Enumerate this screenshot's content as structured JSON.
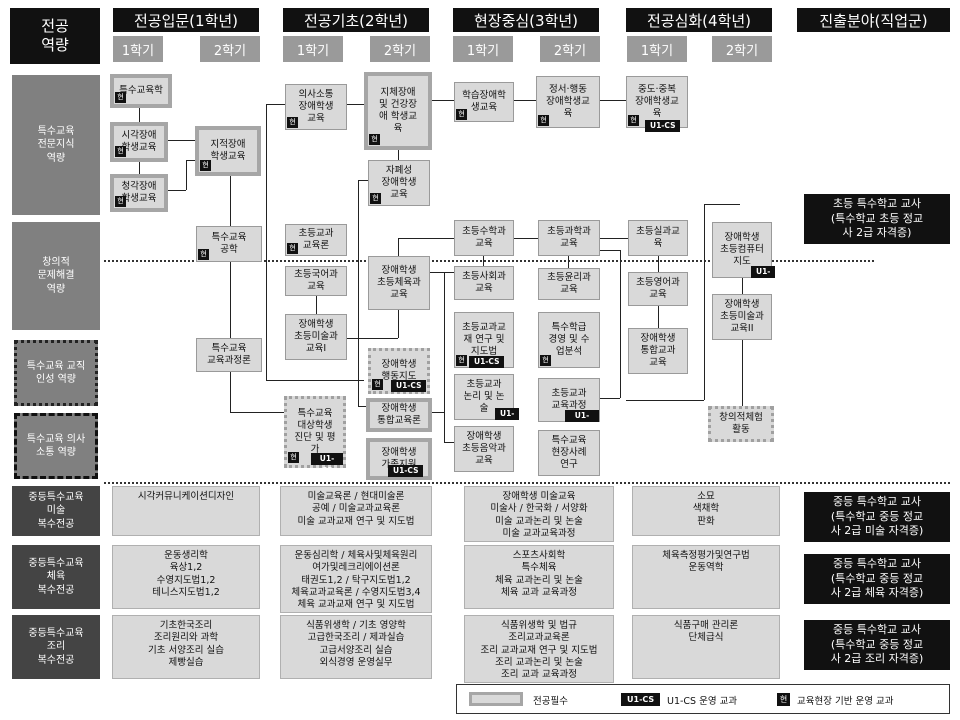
{
  "headers": {
    "corner": "전공\n역량",
    "years": [
      "전공입문(1학년)",
      "전공기초(2학년)",
      "현장중심(3학년)",
      "전공심화(4학년)"
    ],
    "career": "진출분야(직업군)",
    "semesters": [
      "1학기",
      "2학기",
      "1학기",
      "2학기",
      "1학기",
      "2학기",
      "1학기",
      "2학기"
    ]
  },
  "competencies": [
    "특수교육\n전문지식\n역량",
    "창의적\n문제해결\n역량",
    "특수교육 교직\n인성 역량",
    "특수교육 의사\n소통 역량",
    "중등특수교육\n미술\n복수전공",
    "중등특수교육\n체육\n복수전공",
    "중등특수교육\n조리\n복수전공"
  ],
  "courses": {
    "c1": "특수교육학",
    "c2": "시각장애\n학생교육",
    "c3": "청각장애\n학생교육",
    "c4": "지적장애\n학생교육",
    "c5": "특수교육\n공학",
    "c6": "특수교육\n교육과정론",
    "c7": "의사소통\n장애학생\n교육",
    "c8": "지체장애\n및 건강장\n애 학생교\n육",
    "c9": "자폐성\n장애학생\n교육",
    "c10": "초등교과\n교육론",
    "c11": "초등국어과\n교육",
    "c12": "장애학생\n초등미술과\n교육I",
    "c13": "장애학생\n초등체육과\n교육",
    "c14": "장애학생\n행동지도",
    "c15": "특수교육\n대상학생\n진단 및 평\n가",
    "c16": "장애학생\n통합교육론",
    "c17": "장애학생\n가족지원",
    "c18": "학습장애학\n생교육",
    "c19": "정서·행동\n장애학생교\n육",
    "c20": "중도·중복\n장애학생교\n육",
    "c21": "초등수학과\n교육",
    "c22": "초등사회과\n교육",
    "c23": "초등교과교\n재 연구 및\n지도법",
    "c24": "초등교과\n논리 및 논\n술",
    "c25": "장애학생\n초등음악과\n교육",
    "c26": "초등과학과\n교육",
    "c27": "초등윤리과\n교육",
    "c28": "특수학급\n경영 및 수\n업분석",
    "c29": "초등교과\n교육과정",
    "c30": "특수교육\n현장사례\n연구",
    "c31": "초등실과교\n육",
    "c32": "초등영어과\n교육",
    "c33": "장애학생\n통합교과\n교육",
    "c34": "장애학생\n초등컴퓨터\n지도",
    "c35": "장애학생\n초등미술과\n교육II",
    "c36": "창의적체험\n활동"
  },
  "marks": {
    "hyeon": "현",
    "u1cs": "U1-CS"
  },
  "subjects": {
    "art_y1": "시각커뮤니케이션디자인",
    "art_y2": "미술교육론 / 현대미술론\n공예 / 미술교과교육론\n미술 교과교재 연구 및 지도법",
    "art_y3": "장애학생 미술교육\n미술사 / 한국화 / 서양화\n미술 교과논리 및 논술\n미술 교과교육과정",
    "art_y4": "소묘\n색채학\n판화",
    "pe_y1": "운동생리학\n육상1,2\n수영지도법1,2\n테니스지도법1,2",
    "pe_y2": "운동심리학 / 체육사및체육원리\n여가및레크리에이션론\n태권도1,2 / 탁구지도법1,2\n체육교과교육론 / 수영지도법3,4\n체육 교과교재 연구 및 지도법",
    "pe_y3": "스포츠사회학\n특수체육\n체육 교과논리 및 논술\n체육 교과 교육과정",
    "pe_y4": "체육측정평가및연구법\n운동역학",
    "cook_y1": "기초한국조리\n조리원리와 과학\n기초 서양조리 실습\n제빵실습",
    "cook_y2": "식품위생학 / 기초 영양학\n고급한국조리 / 제과실습\n고급서양조리 실습\n외식경영 운영실무",
    "cook_y3": "식품위생학 및 법규\n조리교과교육론\n조리 교과교재 연구 및 지도법\n조리 교과논리 및 논술\n조리 교과 교육과정",
    "cook_y4": "식품구매 관리론\n단체급식"
  },
  "careers": [
    "초등 특수학교 교사\n(특수학교 초등 정교\n사 2급 자격증)",
    "중등 특수학교 교사\n(특수학교 중등 정교\n사 2급 미술 자격증)",
    "중등 특수학교 교사\n(특수학교 중등 정교\n사 2급 체육 자격증)",
    "중등 특수학교 교사\n(특수학교 중등 정교\n사 2급 조리 자격증)"
  ],
  "legend": {
    "core": "전공필수",
    "u1cs_badge": "U1-CS",
    "u1cs_text": "U1-CS 운영 교과",
    "hyeon_badge": "현",
    "hyeon_text": "교육현장 기반 운영 교과"
  }
}
